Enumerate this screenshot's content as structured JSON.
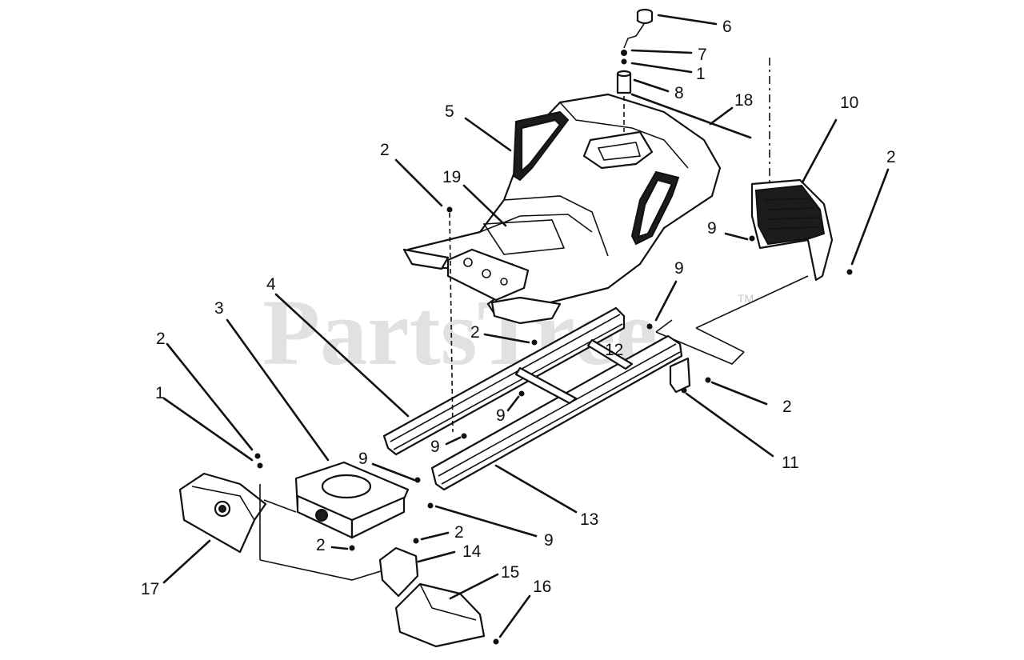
{
  "watermark": {
    "text": "PartsTree",
    "trademark": "TM"
  },
  "callouts": [
    "6",
    "7",
    "1",
    "8",
    "18",
    "5",
    "10",
    "2",
    "2",
    "19",
    "9",
    "9",
    "4",
    "3",
    "2",
    "12",
    "2",
    "1",
    "9",
    "11",
    "9",
    "9",
    "13",
    "9",
    "2",
    "2",
    "14",
    "17",
    "15",
    "16",
    "2"
  ]
}
